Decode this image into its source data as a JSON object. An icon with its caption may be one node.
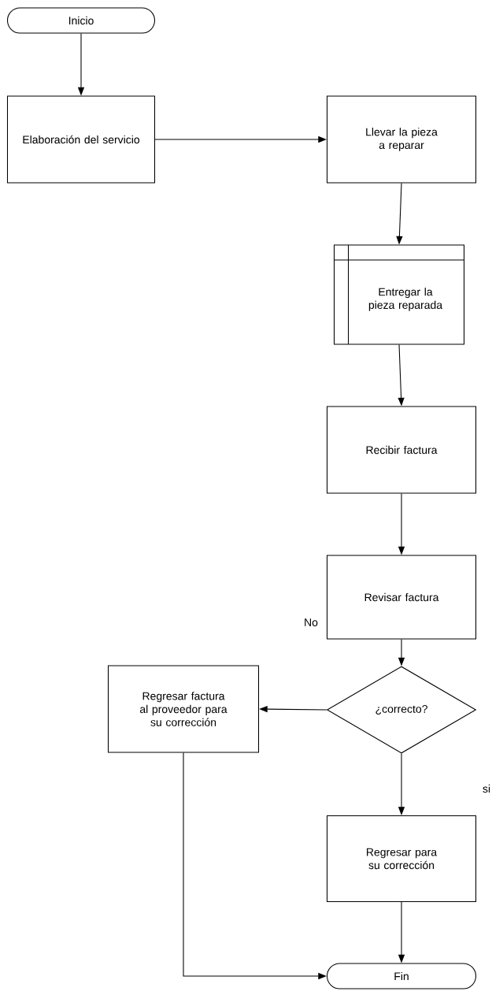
{
  "diagram": {
    "nodes": [
      {
        "text": [
          "Inicio"
        ]
      },
      {
        "text": [
          "Elaboración del servicio"
        ]
      },
      {
        "text": [
          "Llevar la pieza a reparar"
        ]
      },
      {
        "text": [
          "Entregar la pieza reparada"
        ]
      },
      {
        "text": [
          "Recibir factura"
        ]
      },
      {
        "text": [
          "Revisar factura"
        ]
      },
      {
        "text": [
          "¿correcto?"
        ]
      },
      {
        "text": [
          "Regresar factura al proveedor para su corrección"
        ]
      },
      {
        "text": [
          "Regresar para su corrección"
        ]
      },
      {
        "text": [
          "Fin"
        ]
      }
    ],
    "edges": [
      {
        "from": 0,
        "to": 1,
        "arrow": "to"
      },
      {
        "from": 1,
        "to": 2,
        "arrow": "to"
      },
      {
        "from": 2,
        "to": 3,
        "arrow": "to"
      },
      {
        "from": 3,
        "to": 4,
        "arrow": "to"
      },
      {
        "from": 4,
        "to": 5,
        "arrow": "to"
      },
      {
        "from": 5,
        "to": 6,
        "arrow": "to"
      },
      {
        "from": 6,
        "to": 7,
        "arrow": "to"
      },
      {
        "from": 6,
        "to": 8,
        "arrow": "to"
      },
      {
        "from": 8,
        "to": 9,
        "arrow": "to"
      },
      {
        "from": 7,
        "to": 9,
        "arrow": "to"
      }
    ],
    "labels": [
      "No",
      "si"
    ]
  }
}
